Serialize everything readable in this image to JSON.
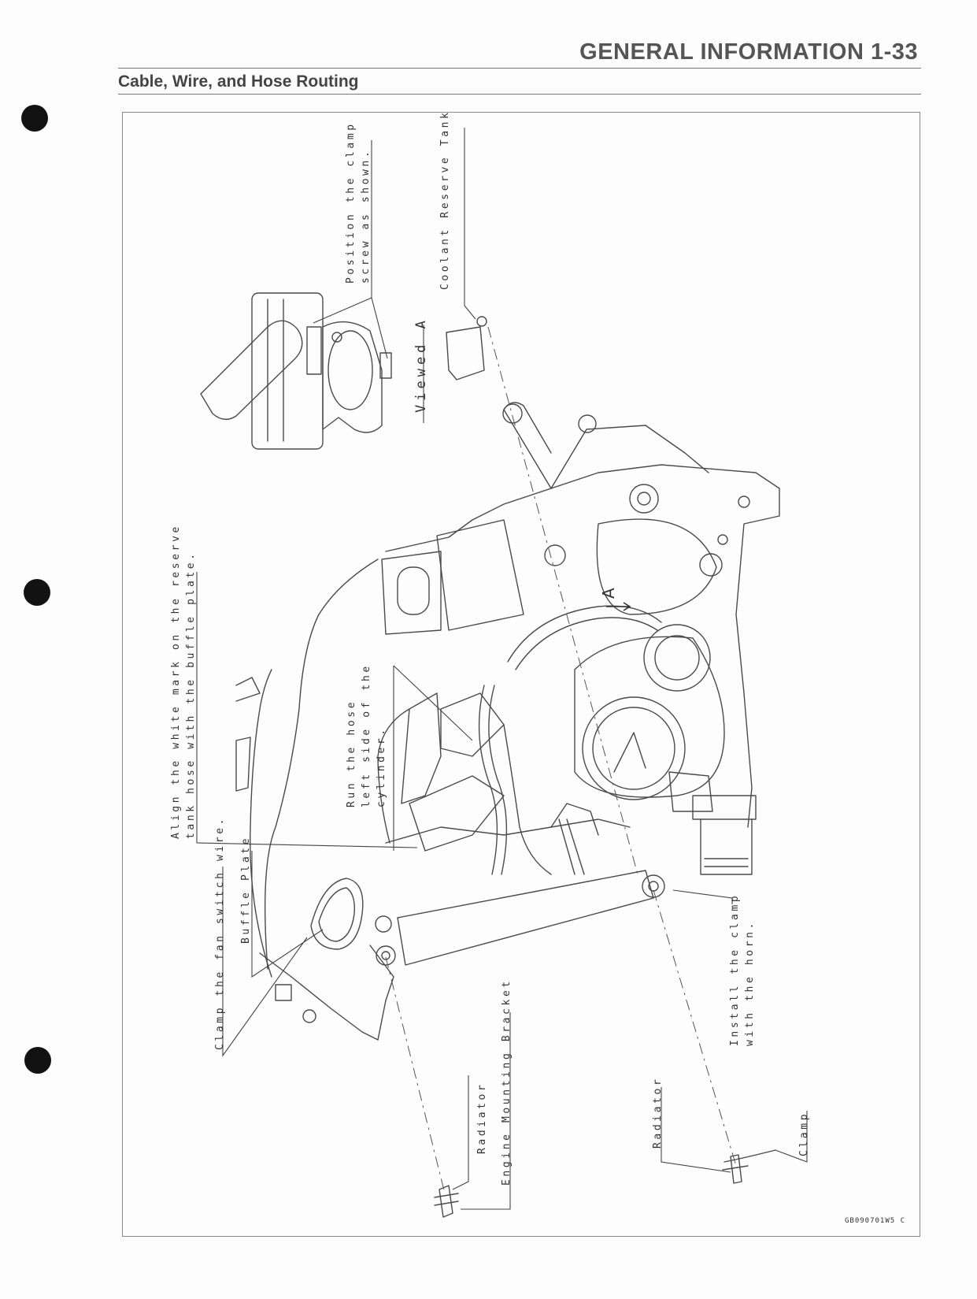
{
  "page": {
    "header": "GENERAL INFORMATION 1-33",
    "subtitle": "Cable, Wire, and Hose Routing"
  },
  "figure": {
    "code": "GB090701W5 C",
    "callouts": {
      "position_clamp": {
        "line1": "Position the clamp",
        "line2": "screw as shown."
      },
      "coolant_tank": "Coolant Reserve Tank",
      "viewed_a": "Viewed A",
      "white_mark": {
        "line1": "Align the white mark on the reserve",
        "line2": "tank hose with the buffle plate."
      },
      "run_hose": {
        "line1": "Run the hose",
        "line2": "left side of the",
        "line3": "cylinder."
      },
      "fan_wire": "Clamp the fan switch wire.",
      "buffle_plate": "Buffle Plate",
      "radiator_left": "Radiator",
      "engine_bracket": "Engine Mounting Bracket",
      "install_clamp": {
        "line1": "Install the clamp",
        "line2": "with the horn."
      },
      "radiator_right": "Radiator",
      "clamp": "Clamp"
    },
    "view_arrow_label": "A"
  }
}
